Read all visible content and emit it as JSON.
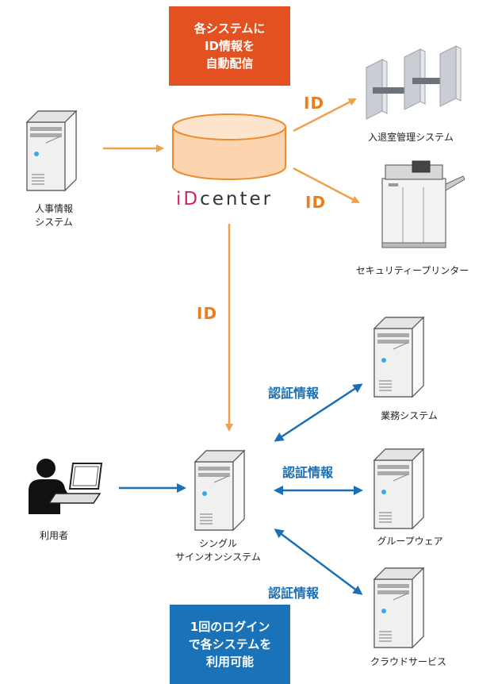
{
  "top_callout": {
    "lines": [
      "各システムに",
      "ID情報を",
      "自動配信"
    ],
    "color": "#e2511f"
  },
  "bottom_callout": {
    "lines": [
      "1回のログイン",
      "で各システムを",
      "利用可能"
    ],
    "color": "#1a72b8"
  },
  "idcenter": {
    "prefix": "iD",
    "suffix": "center",
    "prefix_color": "#d9235f"
  },
  "hr_system": {
    "line1": "人事情報",
    "line2": "システム"
  },
  "entry_system": {
    "label": "入退室管理システム"
  },
  "printer": {
    "label": "セキュリティープリンター"
  },
  "sso": {
    "line1": "シングル",
    "line2": "サインオンシステム"
  },
  "user": {
    "label": "利用者"
  },
  "business_system": {
    "label": "業務システム"
  },
  "groupware": {
    "label": "グループウェア"
  },
  "cloud_service": {
    "label": "クラウドサービス"
  },
  "id_labels": [
    "ID",
    "ID",
    "ID"
  ],
  "auth_labels": [
    "認証情報",
    "認証情報",
    "認証情報"
  ],
  "colors": {
    "orange": "#f0a04b",
    "blue": "#1a6fb5",
    "db_fill": "#fcd5b0",
    "db_stroke": "#ee8a2c"
  }
}
